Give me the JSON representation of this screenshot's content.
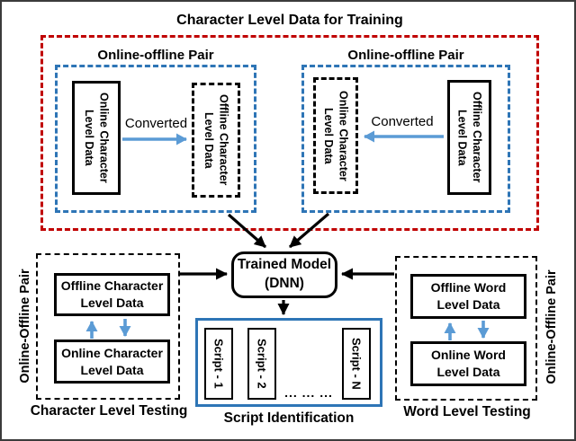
{
  "colors": {
    "red_dash": "#C00000",
    "blue_dash": "#2E75B6",
    "arrow_blue": "#5B9BD5",
    "ink": "#000000",
    "frame_border": "#3B3B3B",
    "script_border": "#2E75B6"
  },
  "training": {
    "title": "Character Level Data for Training",
    "left_pair": {
      "title": "Online-offline Pair",
      "online_box": "Online Character\nLevel Data",
      "offline_box": "Offline Character\nLevel Data",
      "arrow_label": "Converted"
    },
    "right_pair": {
      "title": "Online-offline Pair",
      "online_box": "Online Character\nLevel Data",
      "offline_box": "Offline Character\nLevel Data",
      "arrow_label": "Converted"
    }
  },
  "model": {
    "label": "Trained Model\n(DNN)"
  },
  "script_identification": {
    "caption": "Script Identification",
    "items": [
      "Script - 1",
      "Script - 2",
      "Script - N"
    ],
    "ellipsis": "... ... ..."
  },
  "char_testing": {
    "side_label": "Online-Offline Pair",
    "offline_box": "Offline Character\nLevel Data",
    "online_box": "Online Character\nLevel Data",
    "caption": "Character Level Testing"
  },
  "word_testing": {
    "side_label": "Online-Offline Pair",
    "offline_box": "Offline Word\nLevel Data",
    "online_box": "Online Word\nLevel Data",
    "caption": "Word Level Testing"
  }
}
